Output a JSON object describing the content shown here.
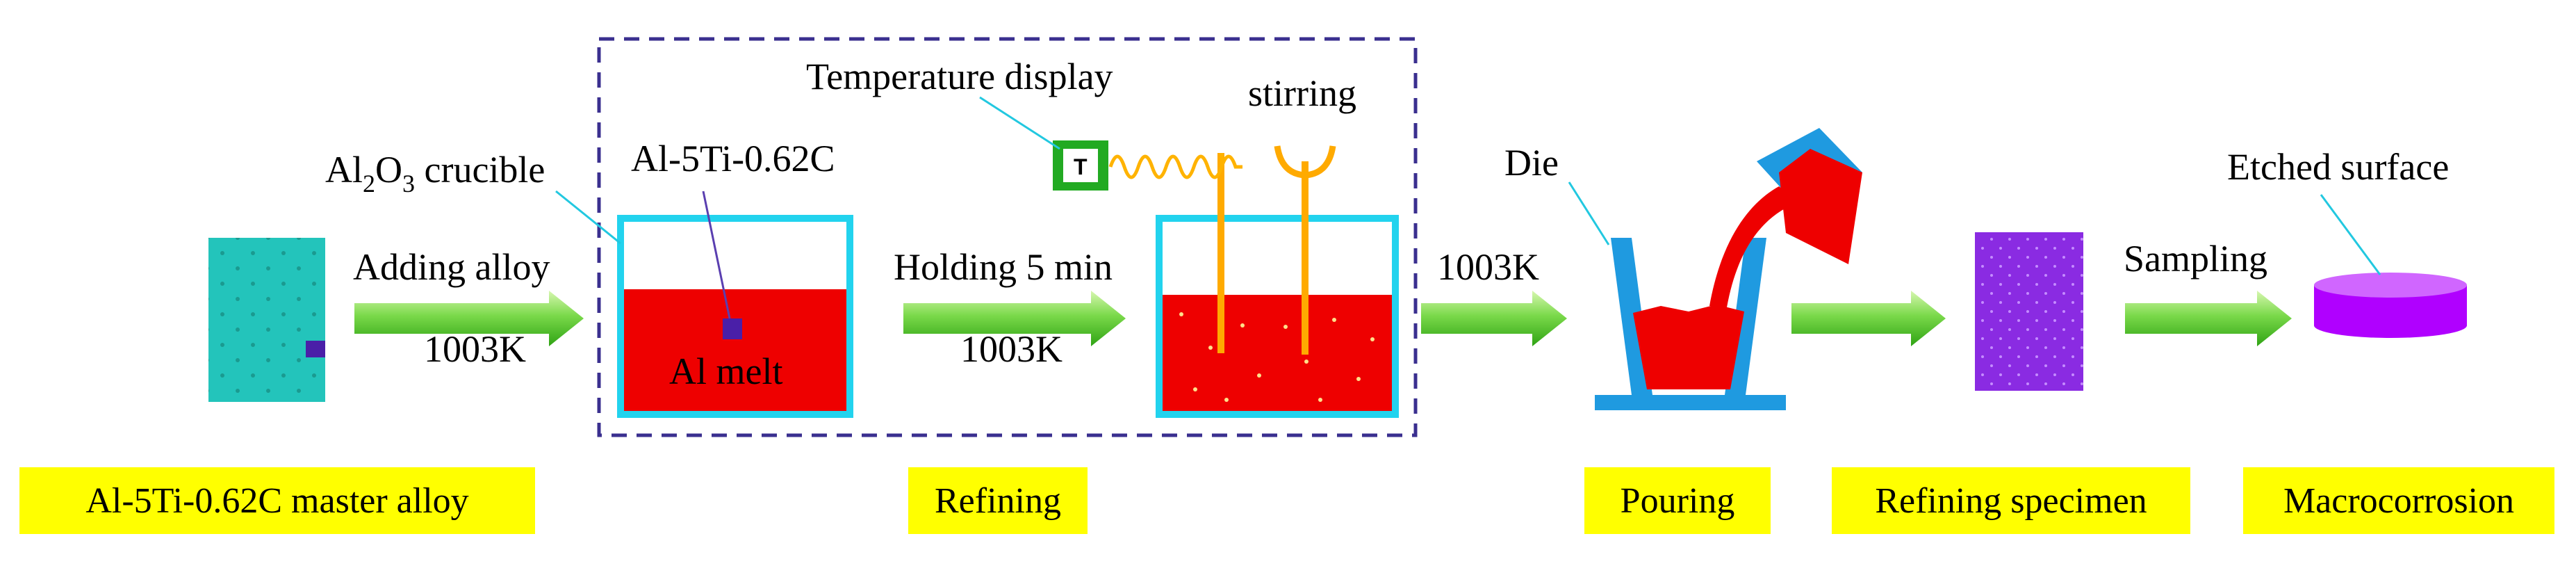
{
  "colors": {
    "background": "#ffffff",
    "arrow": "#3fc21a",
    "arrow_light": "#bdf28a",
    "crucible_rim": "#22d3ee",
    "melt": "#ee0000",
    "master_alloy": "#23c4bb",
    "dot": "#1a9a90",
    "alloy_piece": "#4a1fa8",
    "die": "#1f9ae0",
    "specimen": "#8a2be2",
    "etched": "#b000ff",
    "stage_label_bg": "#ffff00",
    "dashed_box": "#3a2f8f",
    "display_green": "#22aa22",
    "rod": "#ffaa00"
  },
  "labels": {
    "temperature_display": "Temperature display",
    "stirring": "stirring",
    "crucible_prefix": "Al",
    "crucible_sub1": "2",
    "crucible_mid": "O",
    "crucible_sub2": "3",
    "crucible_suffix": " crucible",
    "alloy_in_melt": "Al-5Ti-0.62C",
    "adding_alloy": "Adding alloy",
    "temp_1": "1003K",
    "al_melt": "Al melt",
    "holding": "Holding 5 min",
    "temp_2": "1003K",
    "temp_3": "1003K",
    "die": "Die",
    "sampling": "Sampling",
    "etched_surface": "Etched surface",
    "display_glyph": "T"
  },
  "stages": [
    "Al-5Ti-0.62C master alloy",
    "Refining",
    "Pouring",
    "Refining specimen",
    "Macrocorrosion"
  ]
}
